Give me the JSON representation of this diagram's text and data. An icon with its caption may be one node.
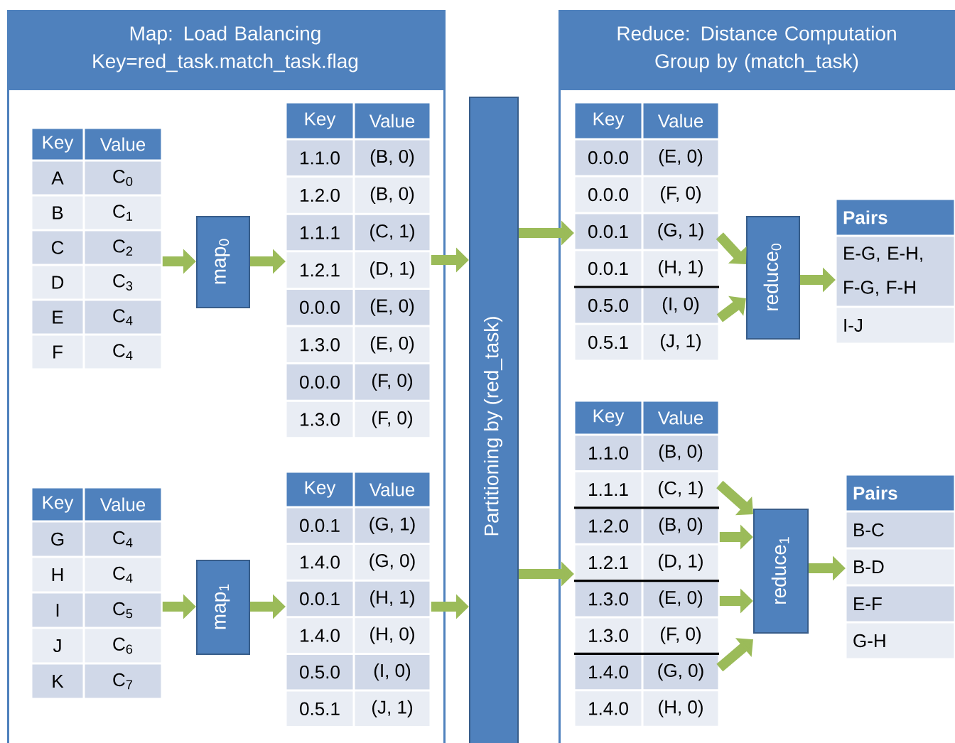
{
  "diagram": {
    "nodes": [
      {
        "text": [
          "Map: Load Balancing Key=red_task.match_task.flag"
        ]
      },
      {
        "text": [
          "Key",
          "Value",
          "A",
          "C$_{0}$",
          "B",
          "C$_{1}$",
          "C",
          "C$_{2}$",
          "D",
          "C$_{3}$",
          "E",
          "C$_{4}$",
          "F",
          "C$_{4}$"
        ],
        "in": 0
      },
      {
        "text": [
          "map$_{0}$"
        ],
        "in": 0
      },
      {
        "text": [
          "Key",
          "Value",
          "1.1.0",
          "(B, 0)",
          "1.2.0",
          "(B, 0)",
          "1.1.1",
          "(C, 1)",
          "1.2.1",
          "(D, 1)",
          "0.0.0",
          "(E, 0)",
          "1.3.0",
          "(E, 0)",
          "0.0.0",
          "(F, 0)",
          "1.3.0",
          "(F, 0)"
        ],
        "in": 0
      },
      {
        "text": [
          "Key",
          "Value",
          "G",
          "C$_{4}$",
          "H",
          "C$_{4}$",
          "I",
          "C$_{5}$",
          "J",
          "C$_{6}$",
          "K",
          "C$_{7}$"
        ],
        "in": 0
      },
      {
        "text": [
          "map$_{1}$"
        ],
        "in": 0
      },
      {
        "text": [
          "Key",
          "Value",
          "0.0.1",
          "(G, 1)",
          "1.4.0",
          "(G, 0)",
          "0.0.1",
          "(H, 1)",
          "1.4.0",
          "(H, 0)",
          "0.5.0",
          "(I, 0)",
          "0.5.1",
          "(J, 1)"
        ],
        "in": 0
      },
      {
        "text": [
          "Partitioning by (red_task)"
        ]
      },
      {
        "text": [
          "Reduce: Distance Computation Group by (match_task)"
        ]
      },
      {
        "text": [
          "Key",
          "Value",
          "0.0.0",
          "(E, 0)",
          "0.0.0",
          "(F, 0)",
          "0.0.1",
          "(G, 1)",
          "0.0.1",
          "(H, 1)",
          "0.5.0",
          "(I, 0)",
          "0.5.1",
          "(J, 1)"
        ],
        "in": 8
      },
      {
        "text": [
          "reduce$_{0}$"
        ],
        "in": 8
      },
      {
        "text": [
          "Pairs",
          "E-G, E-H, F-G, F-H",
          "I-J"
        ],
        "in": 8
      },
      {
        "text": [
          "Key",
          "Value",
          "1.1.0",
          "(B, 0)",
          "1.1.1",
          "(C, 1)",
          "1.2.0",
          "(B, 0)",
          "1.2.1",
          "(D, 1)",
          "1.3.0",
          "(E, 0)",
          "1.3.0",
          "(F, 0)",
          "1.4.0",
          "(G, 0)",
          "1.4.0",
          "(H, 0)"
        ],
        "in": 8
      },
      {
        "text": [
          "reduce$_{1}$"
        ],
        "in": 8
      },
      {
        "text": [
          "Pairs",
          "B-C",
          "B-D",
          "E-F",
          "G-H"
        ],
        "in": 8
      }
    ],
    "edges": [
      {
        "from": 1,
        "to": 2,
        "arrow": "to"
      },
      {
        "from": 2,
        "to": 3,
        "arrow": "to"
      },
      {
        "from": 3,
        "to": 7,
        "arrow": "to"
      },
      {
        "from": 4,
        "to": 5,
        "arrow": "to"
      },
      {
        "from": 5,
        "to": 6,
        "arrow": "to"
      },
      {
        "from": 6,
        "to": 7,
        "arrow": "to"
      },
      {
        "from": 7,
        "to": 9,
        "arrow": "to"
      },
      {
        "from": 7,
        "to": 12,
        "arrow": "to"
      },
      {
        "from": 9,
        "to": 10,
        "arrow": "to"
      },
      {
        "from": 9,
        "to": 10,
        "arrow": "to"
      },
      {
        "from": 10,
        "to": 11,
        "arrow": "to"
      },
      {
        "from": 12,
        "to": 13,
        "arrow": "to"
      },
      {
        "from": 12,
        "to": 13,
        "arrow": "to"
      },
      {
        "from": 12,
        "to": 13,
        "arrow": "to"
      },
      {
        "from": 12,
        "to": 13,
        "arrow": "to"
      },
      {
        "from": 13,
        "to": 14,
        "arrow": "to"
      }
    ]
  }
}
